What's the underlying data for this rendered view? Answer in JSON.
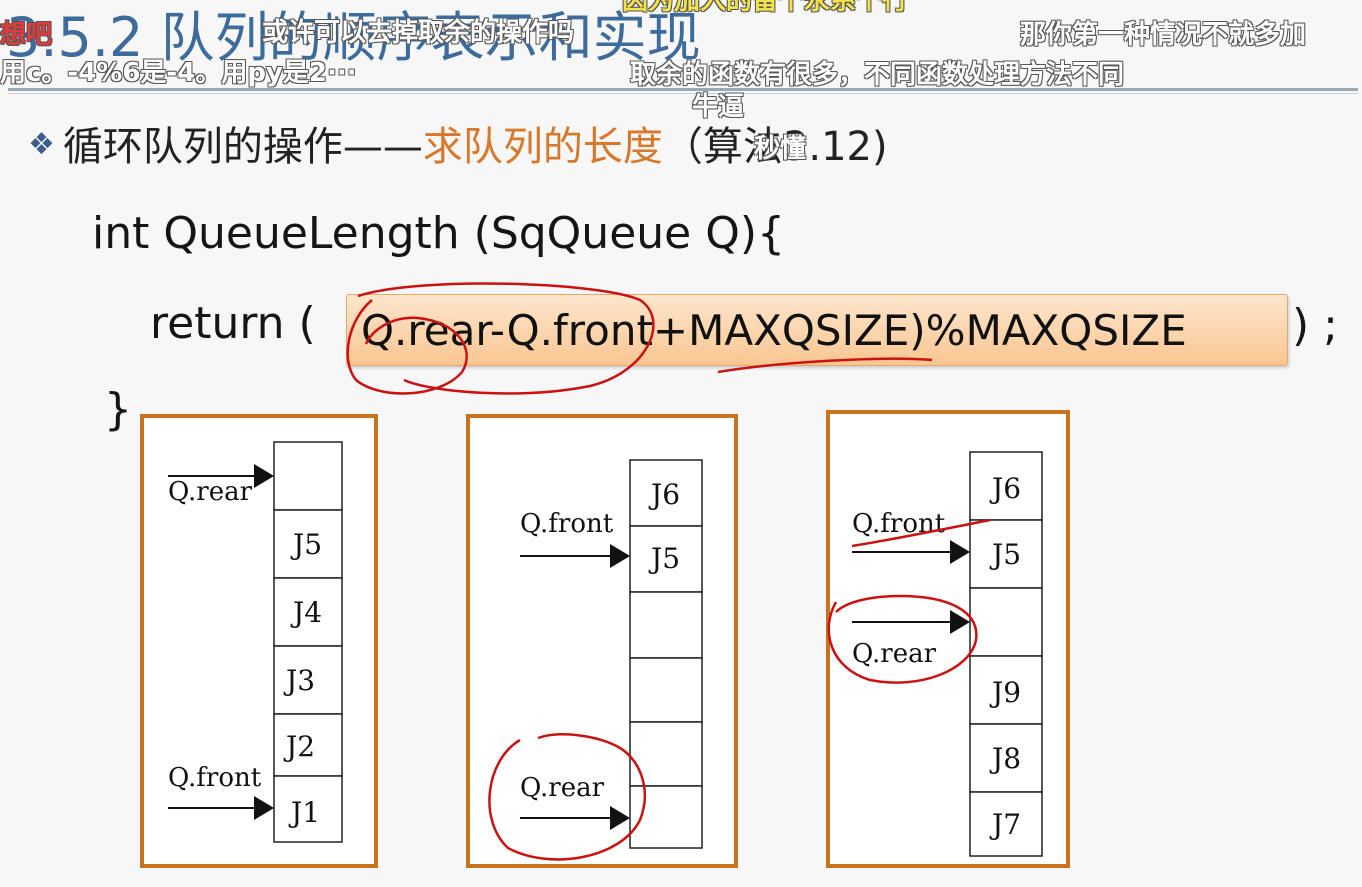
{
  "slide": {
    "title": "3.5.2  队列的顺序表示和实现",
    "bullet_prefix": "循环队列的操作——",
    "bullet_accent": "求队列的长度",
    "bullet_suffix": "（算法3.12)"
  },
  "code": {
    "signature": "int  QueueLength (SqQueue Q){",
    "return_prefix": "return (",
    "return_expr": "Q.rear-Q.front+MAXQSIZE)%MAXQSIZE",
    "return_suffix": ") ;",
    "closing_brace": "}"
  },
  "diagrams": [
    {
      "cells": [
        "",
        "J5",
        "J4",
        "J3",
        "J2",
        "J1"
      ],
      "front_label": "Q.front",
      "rear_label": "Q.rear"
    },
    {
      "cells": [
        "J6",
        "J5",
        "",
        "",
        "",
        ""
      ],
      "front_label": "Q.front",
      "rear_label": "Q.rear"
    },
    {
      "cells": [
        "J6",
        "J5",
        "",
        "J9",
        "J8",
        "J7"
      ],
      "front_label": "Q.front",
      "rear_label": "Q.rear"
    }
  ],
  "danmaku": [
    {
      "text": "或许可以去掉取余的操作吗"
    },
    {
      "text": "那你第一种情况不就多加"
    },
    {
      "text": "用c。-4%6是-4。用py是2···"
    },
    {
      "text": "取余的函数有很多，不同函数处理方法不同"
    },
    {
      "text": "牛逼"
    },
    {
      "text": "秒懂"
    },
    {
      "text": "因为加入的留个永系个行"
    },
    {
      "text": "想吧"
    }
  ],
  "colors": {
    "title": "#3c6b9c",
    "accent": "#d9772a",
    "panel_border": "#c8731f",
    "highlight": "#f9c692",
    "annotation": "#cc1111"
  }
}
